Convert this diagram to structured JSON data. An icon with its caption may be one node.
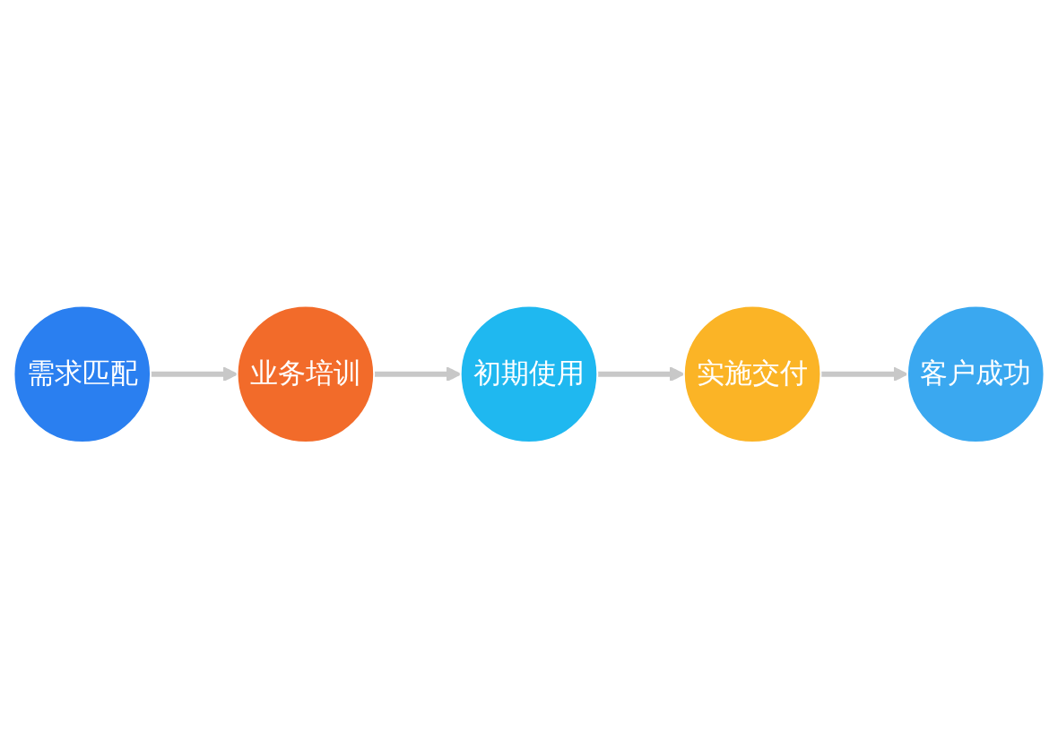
{
  "diagram": {
    "nodes": [
      {
        "text": [
          "需求匹配"
        ]
      },
      {
        "text": [
          "业务培训"
        ]
      },
      {
        "text": [
          "初期使用"
        ]
      },
      {
        "text": [
          "实施交付"
        ]
      },
      {
        "text": [
          "客户成功"
        ]
      }
    ],
    "edges": [
      {
        "from": 0,
        "to": 1,
        "arrow": "to"
      },
      {
        "from": 1,
        "to": 2,
        "arrow": "to"
      },
      {
        "from": 2,
        "to": 3,
        "arrow": "to"
      },
      {
        "from": 3,
        "to": 4,
        "arrow": "to"
      }
    ]
  }
}
